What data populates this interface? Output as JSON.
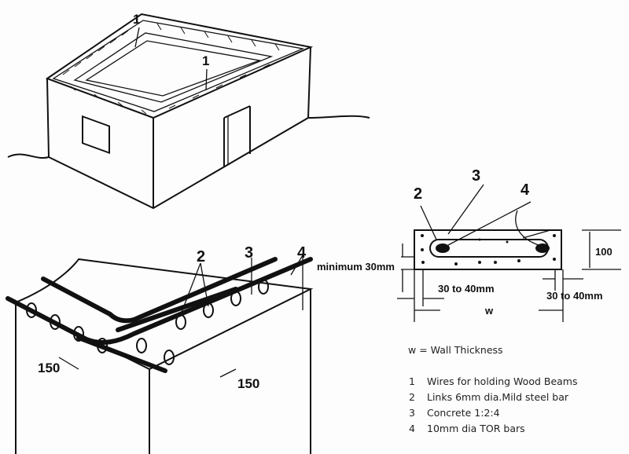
{
  "house": {
    "callouts": [
      "1",
      "1"
    ]
  },
  "perspective": {
    "callouts": [
      "2",
      "3",
      "4"
    ],
    "spacing_left": "150",
    "spacing_right": "150"
  },
  "section": {
    "callouts": [
      "2",
      "3",
      "4"
    ],
    "height": "100",
    "cover_bottom": "minimum 30mm",
    "side_cover_left": "30 to 40mm",
    "side_cover_right": "30 to 40mm",
    "width_symbol": "w"
  },
  "legend": {
    "definition": "w = Wall Thickness",
    "items": [
      {
        "num": "1",
        "text": "Wires for holding Wood Beams"
      },
      {
        "num": "2",
        "text": "Links 6mm dia.Mild steel bar"
      },
      {
        "num": "3",
        "text": "Concrete 1:2:4"
      },
      {
        "num": "4",
        "text": "10mm dia TOR bars"
      }
    ]
  }
}
